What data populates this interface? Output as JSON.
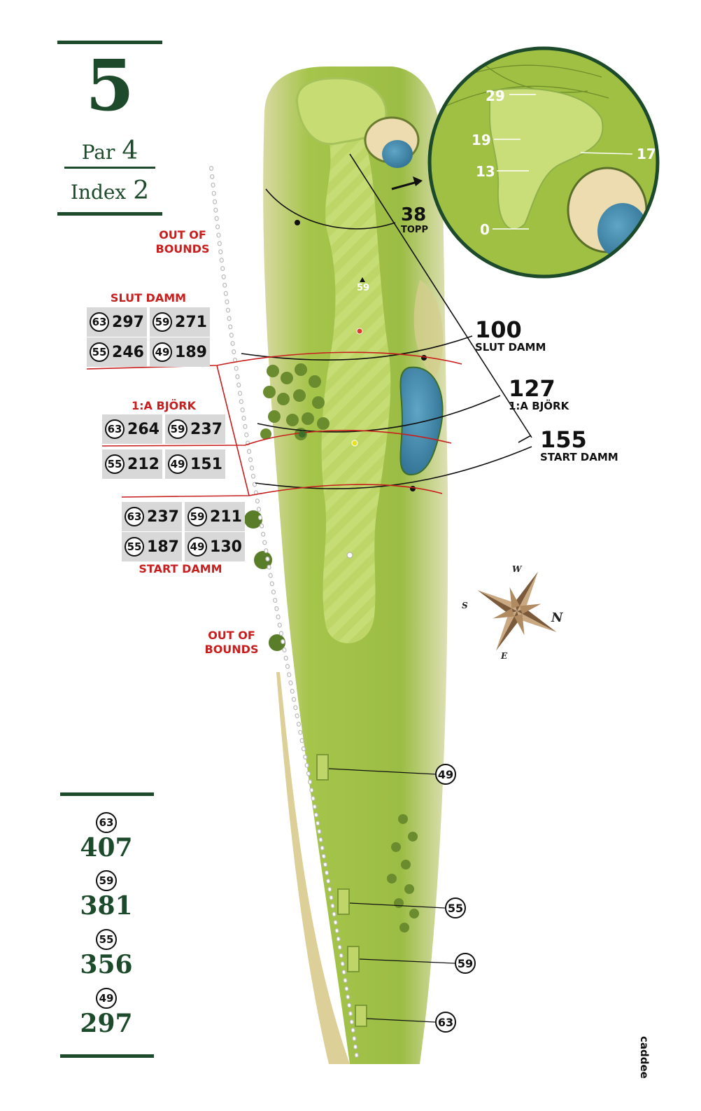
{
  "hole": {
    "number": "5",
    "par_label": "Par",
    "par_value": "4",
    "index_label": "Index",
    "index_value": "2"
  },
  "out_of_bounds": [
    "OUT OF\nBOUNDS",
    "OUT OF\nBOUNDS"
  ],
  "hazards": [
    {
      "name": "SLUT DAMM",
      "rows": [
        [
          {
            "tee": "63",
            "value": "297"
          },
          {
            "tee": "59",
            "value": "271"
          }
        ],
        [
          {
            "tee": "55",
            "value": "246"
          },
          {
            "tee": "49",
            "value": "189"
          }
        ]
      ]
    },
    {
      "name": "1:A BJÖRK",
      "rows": [
        [
          {
            "tee": "63",
            "value": "264"
          },
          {
            "tee": "59",
            "value": "237"
          }
        ],
        [
          {
            "tee": "55",
            "value": "212"
          },
          {
            "tee": "49",
            "value": "151"
          }
        ]
      ]
    },
    {
      "name": "START DAMM",
      "rows": [
        [
          {
            "tee": "63",
            "value": "237"
          },
          {
            "tee": "59",
            "value": "211"
          }
        ],
        [
          {
            "tee": "55",
            "value": "187"
          },
          {
            "tee": "49",
            "value": "130"
          }
        ]
      ]
    }
  ],
  "green_distances": [
    {
      "value": "38",
      "label": "TOPP"
    },
    {
      "value": "100",
      "label": "SLUT DAMM"
    },
    {
      "value": "127",
      "label": "1:A BJÖRK"
    },
    {
      "value": "155",
      "label": "START DAMM"
    }
  ],
  "fairway_marker": "59",
  "green_depth_marks": [
    "29",
    "19",
    "13",
    "0",
    "17"
  ],
  "tees": [
    "49",
    "55",
    "59",
    "63"
  ],
  "totals": [
    {
      "tee": "63",
      "length": "407"
    },
    {
      "tee": "59",
      "length": "381"
    },
    {
      "tee": "55",
      "length": "356"
    },
    {
      "tee": "49",
      "length": "297"
    }
  ],
  "compass": {
    "n": "N",
    "s": "S",
    "w": "W",
    "e": "E"
  },
  "brand": "caddee",
  "colors": {
    "accent": "#1c4a2a",
    "hazard_red": "#c81e1e",
    "fairway": "#b8d35a",
    "rough": "#8fb63a",
    "water": "#3a7fa3",
    "sand": "#e8d6a6"
  }
}
